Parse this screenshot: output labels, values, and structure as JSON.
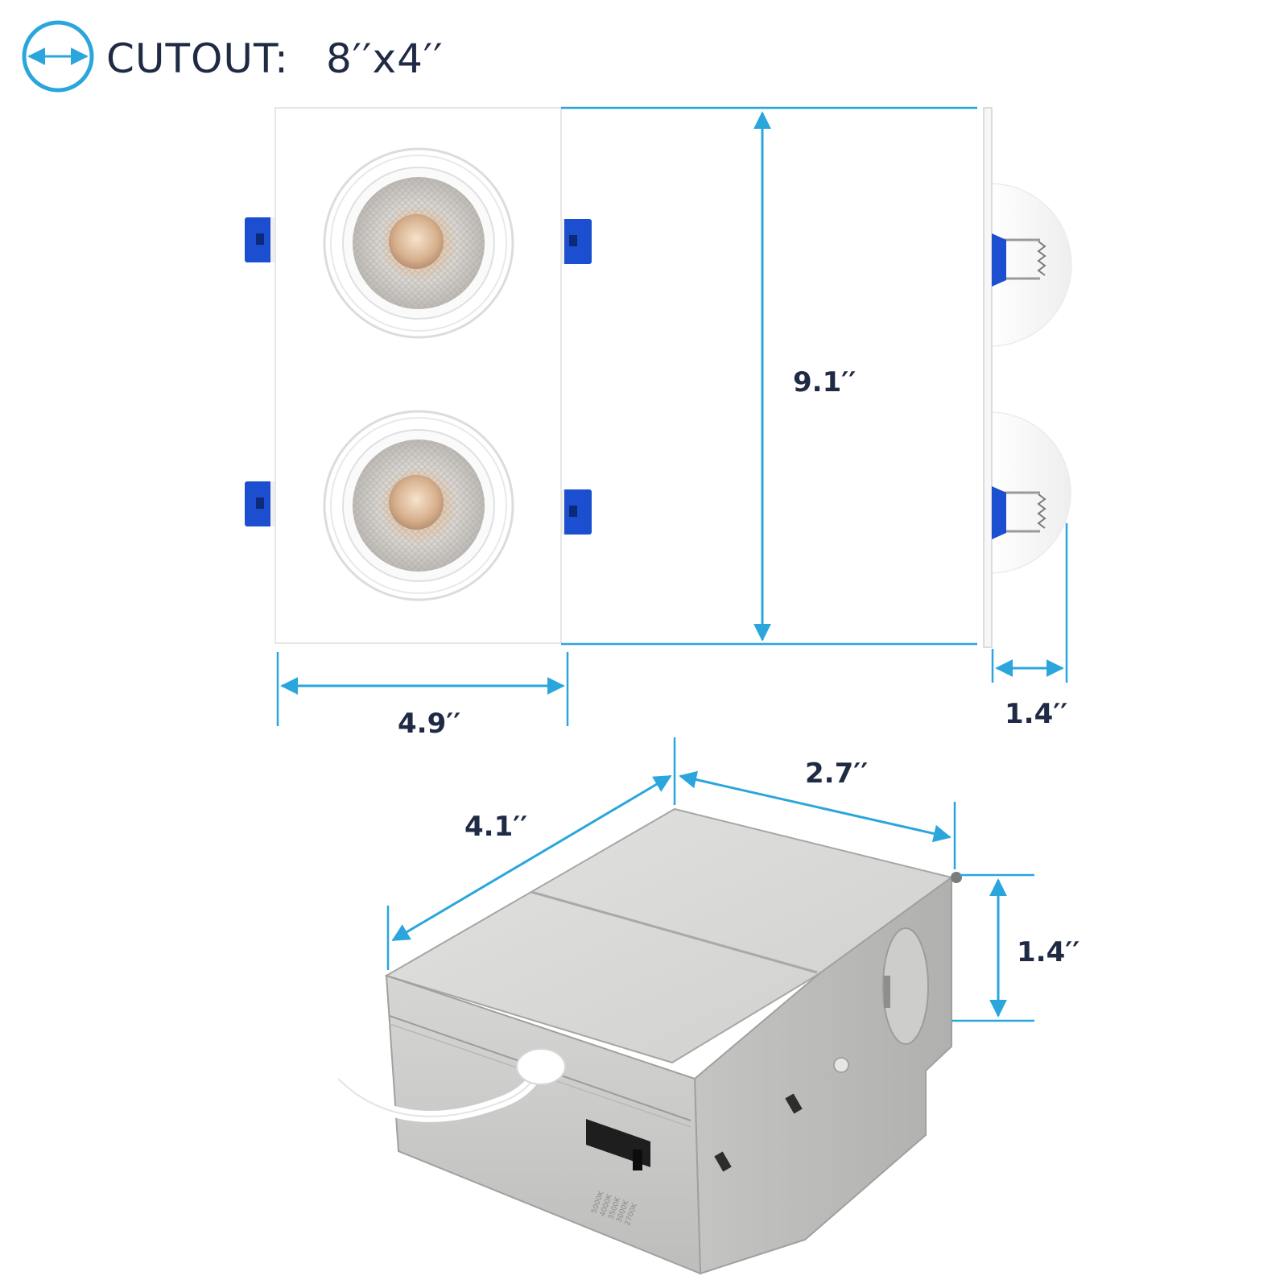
{
  "header": {
    "label": "CUTOUT:",
    "value": "8′′x4′′"
  },
  "dimensions": {
    "fixture_height": "9.1′′",
    "fixture_width": "4.9′′",
    "fixture_depth": "1.4′′",
    "box_length": "4.1′′",
    "box_width": "2.7′′",
    "box_height": "1.4′′"
  },
  "cct_labels": [
    "5000K",
    "4000K",
    "3500K",
    "3000K",
    "2700K"
  ],
  "colors": {
    "accent": "#2aa6dc",
    "text": "#1f2a44",
    "clip_blue": "#1b4fd0",
    "metal": "#c9c9c7"
  },
  "icons": [
    "cutout-diameter-icon"
  ]
}
